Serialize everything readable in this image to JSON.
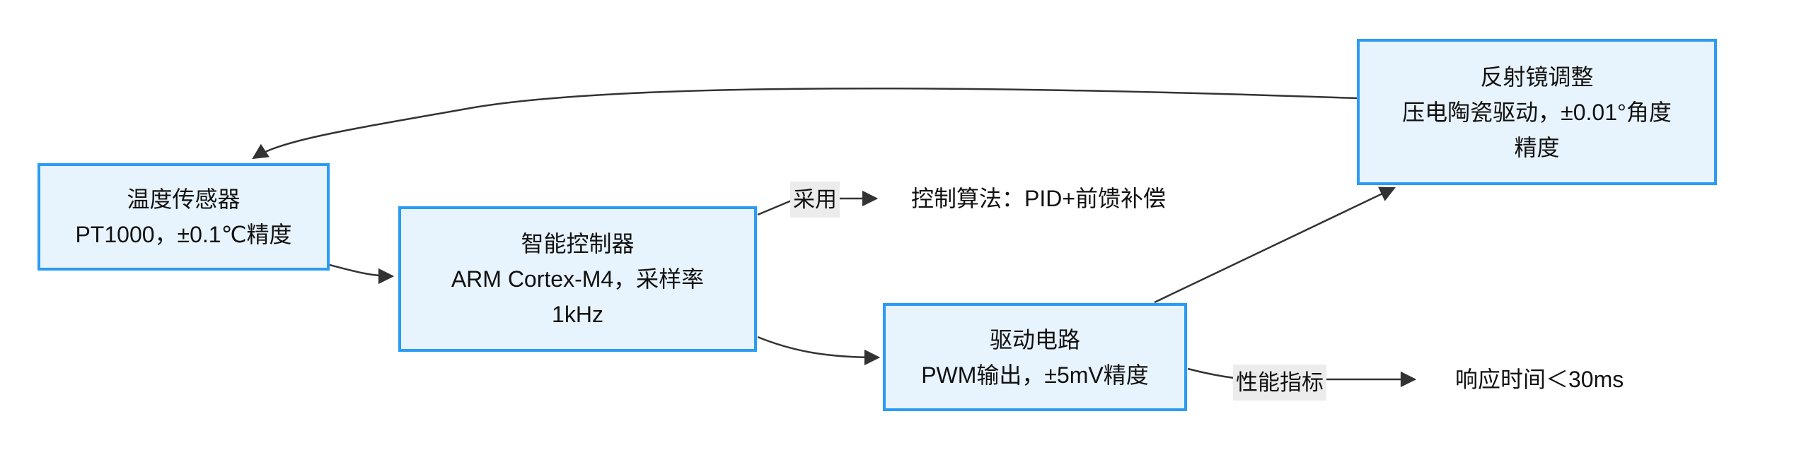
{
  "diagram": {
    "type": "flowchart",
    "background_color": "#ffffff",
    "node_fill_color": "#e8f4fd",
    "node_border_color": "#2b9cf4",
    "edge_color": "#333333",
    "edge_label_background": "#ececec",
    "text_color": "#111111",
    "nodes": {
      "temp_sensor": {
        "lines": [
          "温度传感器",
          "PT1000，±0.1℃精度"
        ]
      },
      "controller": {
        "lines": [
          "智能控制器",
          "ARM Cortex-M4，采样率",
          "1kHz"
        ]
      },
      "driver": {
        "lines": [
          "驱动电路",
          "PWM输出，±5mV精度"
        ]
      },
      "mirror": {
        "lines": [
          "反射镜调整",
          "压电陶瓷驱动，±0.01°角度",
          "精度"
        ]
      }
    },
    "edge_labels": {
      "adopt": "采用",
      "performance": "性能指标"
    },
    "texts": {
      "algorithm": "控制算法：PID+前馈补偿",
      "response_time": "响应时间＜30ms"
    },
    "edges": [
      {
        "from": "temp_sensor",
        "to": "controller"
      },
      {
        "from": "controller",
        "to": "algorithm",
        "label": "采用"
      },
      {
        "from": "controller",
        "to": "driver"
      },
      {
        "from": "driver",
        "to": "mirror"
      },
      {
        "from": "driver",
        "to": "response_time",
        "label": "性能指标"
      },
      {
        "from": "mirror",
        "to": "temp_sensor"
      }
    ]
  }
}
